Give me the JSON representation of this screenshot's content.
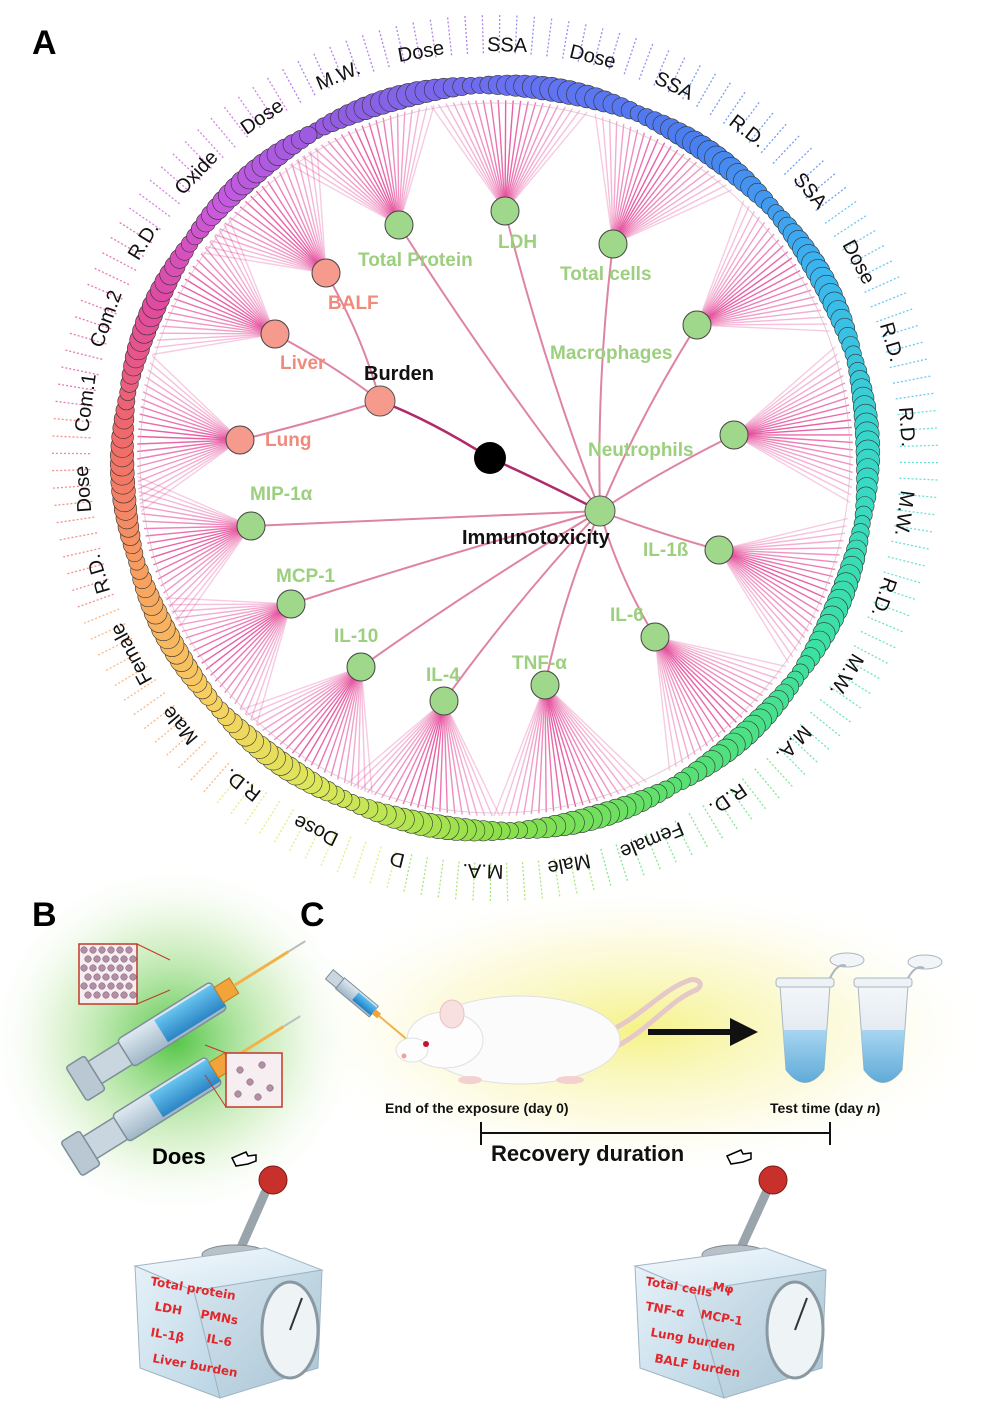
{
  "panels": {
    "a": "A",
    "b": "B",
    "c": "C"
  },
  "center_nodes": {
    "immunotoxicity": "Immunotoxicity",
    "burden": "Burden"
  },
  "burden_children": [
    "Lung",
    "Liver",
    "BALF"
  ],
  "immuno_children": [
    "Total Protein",
    "LDH",
    "Total cells",
    "Macrophages",
    "Neutrophils",
    "IL-1ß",
    "IL-6",
    "TNF-α",
    "IL-4",
    "IL-10",
    "MCP-1",
    "MIP-1α"
  ],
  "ring_labels": [
    "Dose",
    "SSA",
    "Dose",
    "SSA",
    "R.D.",
    "SSA",
    "Dose",
    "R.D.",
    "R.D.",
    "M.W.",
    "R.D.",
    "M.W.",
    "M.A.",
    "R.D.",
    "Female",
    "Male",
    "M.A.",
    "D",
    "Dose",
    "R.D.",
    "Male",
    "Female",
    "R.D.",
    "Dose",
    "Com.1",
    "Com.2",
    "R.D.",
    "Oxide",
    "Dose",
    "M.W."
  ],
  "panel_b": {
    "label": "Does"
  },
  "panel_c": {
    "start_label": "End of the exposure (day 0)",
    "end_label_prefix": "Test time (day ",
    "end_label_var": "n",
    "end_label_suffix": ")",
    "duration_label": "Recovery duration"
  },
  "dial_b": [
    "Total protein",
    "LDH",
    "PMNs",
    "IL-1β",
    "IL-6",
    "Liver burden"
  ],
  "dial_c": [
    "Total cells",
    "Mφ",
    "TNF-α",
    "MCP-1",
    "Lung burden",
    "BALF burden"
  ],
  "colors": {
    "green_node": "#9fd88a",
    "salmon_node": "#f59a8c",
    "green_text": "#9ccf7e",
    "salmon_text": "#f08a7b",
    "fan": "#e0308a",
    "link": "#d0507a"
  }
}
